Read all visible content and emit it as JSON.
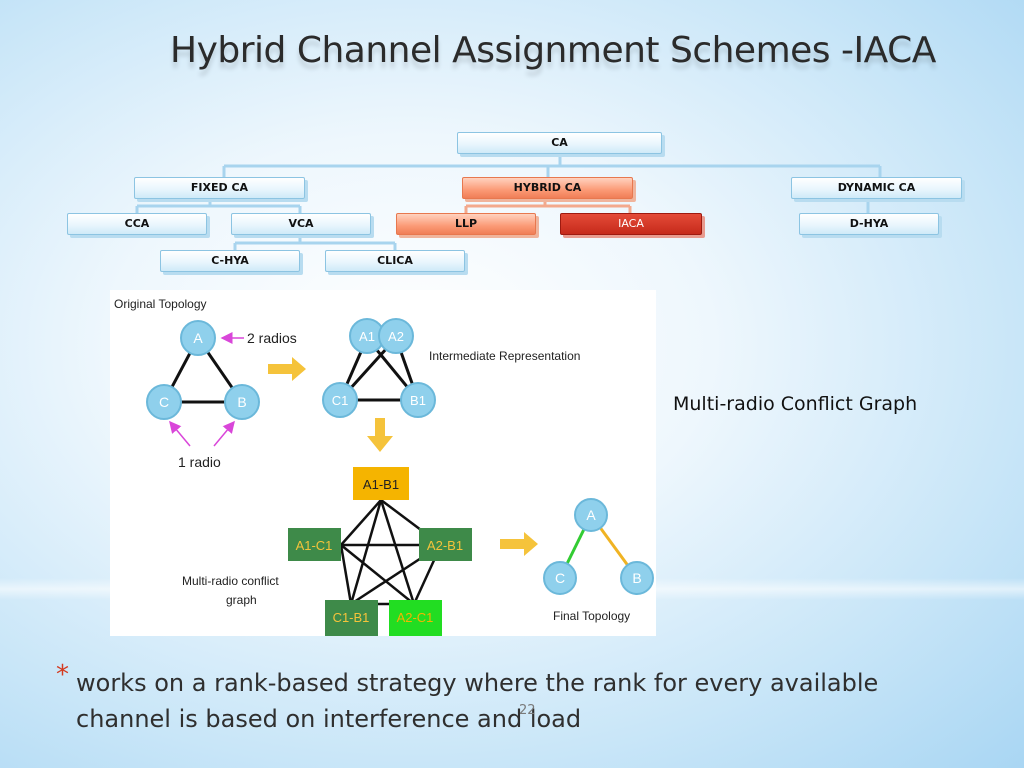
{
  "slide": {
    "title": "Hybrid Channel Assignment Schemes -IACA",
    "caption": "Multi-radio Conflict Graph",
    "bullet_marker": "*",
    "bullet_text": "works on a rank-based strategy where the rank for every available channel is based on interference and load",
    "page_number": "22"
  },
  "hierarchy": {
    "root": "CA",
    "fixed": "FIXED CA",
    "hybrid": "HYBRID CA",
    "dynamic": "DYNAMIC CA",
    "cca": "CCA",
    "vca": "VCA",
    "llp": "LLP",
    "iaca": "IACA",
    "dhya": "D-HYA",
    "chya": "C-HYA",
    "clica": "CLICA"
  },
  "figure": {
    "panel_original": "Original Topology",
    "label_two_radios": "2 radios",
    "label_one_radio": "1 radio",
    "label_intermediate": "Intermediate Representation",
    "label_conflict": "Multi-radio conflict",
    "label_conflict_2": "graph",
    "label_final": "Final Topology",
    "node_a": "A",
    "node_b": "B",
    "node_c": "C",
    "node_a1": "A1",
    "node_a2": "A2",
    "node_b1": "B1",
    "node_c1": "C1",
    "v_a1b1": "A1-B1",
    "v_a1c1": "A1-C1",
    "v_a2b1": "A2-B1",
    "v_c1b1": "C1-B1",
    "v_a2c1": "A2-C1"
  },
  "colors": {
    "bubble": "#8fd0ec",
    "orange_vertex": "#f5b400",
    "green_vertex": "#3e8a49",
    "bright_green_vertex": "#22dd22",
    "arrow_yellow": "#f5c33b",
    "arrow_magenta": "#d946d9",
    "final_green_edge": "#33cc33",
    "final_orange_edge": "#f0b323"
  }
}
